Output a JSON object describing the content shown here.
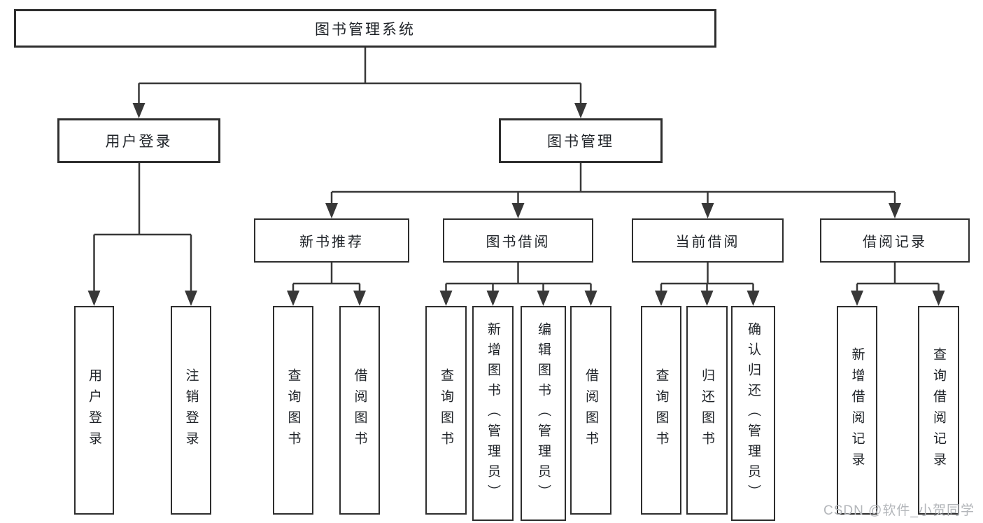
{
  "diagram": {
    "type": "hierarchy-tree",
    "colors": {
      "line": "#383838",
      "box_border": "#2e2e2e",
      "text": "#1f2328",
      "watermark": "#b3b6ba",
      "background": "#ffffff"
    },
    "root": {
      "label": "图书管理系统",
      "children": [
        {
          "label": "用户登录",
          "children": [
            {
              "label": "用户登录"
            },
            {
              "label": "注销登录"
            }
          ]
        },
        {
          "label": "图书管理",
          "children": [
            {
              "label": "新书推荐",
              "children": [
                {
                  "label": "查询图书"
                },
                {
                  "label": "借阅图书"
                }
              ]
            },
            {
              "label": "图书借阅",
              "children": [
                {
                  "label": "查询图书"
                },
                {
                  "label": "新增图书（管理员）"
                },
                {
                  "label": "编辑图书（管理员）"
                },
                {
                  "label": "借阅图书"
                }
              ]
            },
            {
              "label": "当前借阅",
              "children": [
                {
                  "label": "查询图书"
                },
                {
                  "label": "归还图书"
                },
                {
                  "label": "确认归还（管理员）"
                }
              ]
            },
            {
              "label": "借阅记录",
              "children": [
                {
                  "label": "新增借阅记录"
                },
                {
                  "label": "查询借阅记录"
                }
              ]
            }
          ]
        }
      ]
    },
    "watermark": "CSDN @软件_小贺同学"
  }
}
